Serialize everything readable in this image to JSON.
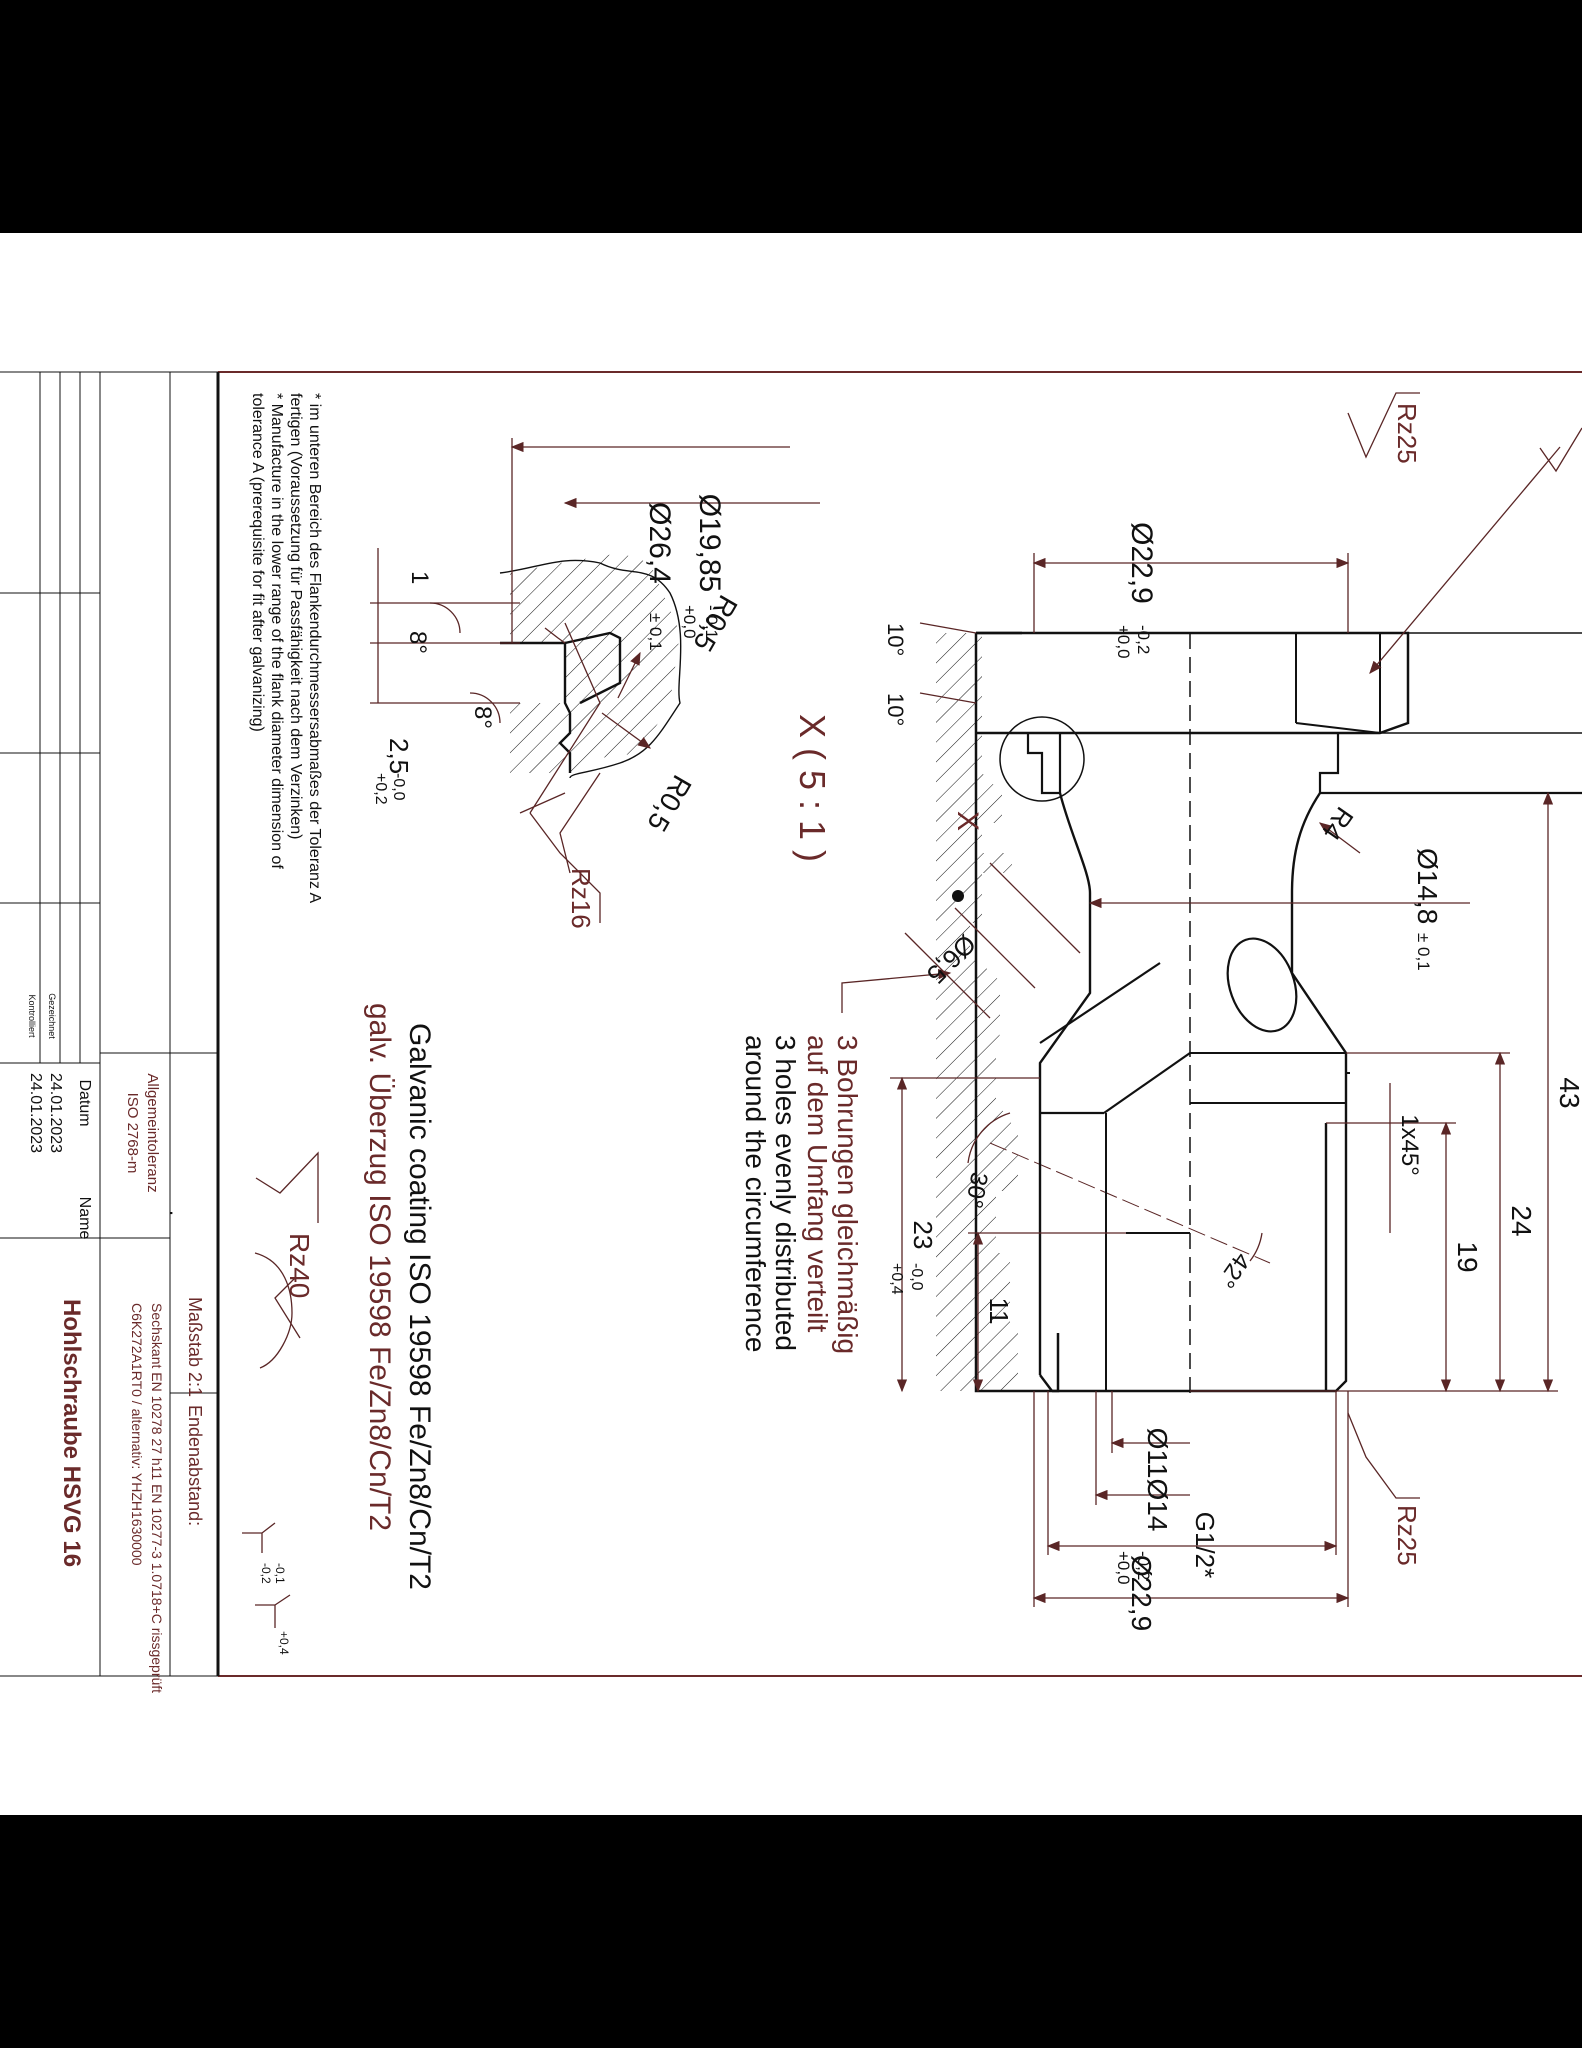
{
  "colors": {
    "frame": "#6a2a2a",
    "dim": "#5a2626",
    "line": "#111111",
    "background": "#ffffff",
    "viewer": "#000000"
  },
  "dims": {
    "d22_9_top": "Ø22,9",
    "d22_9_top_tol_up": "+0,0",
    "d22_9_top_tol_lo": "-0,2",
    "d14_8": "Ø14,8",
    "d14_8_tol": "± 0,1",
    "r4": "R4",
    "d6_5": "Ø6,5",
    "d11": "Ø11",
    "d14": "Ø14",
    "g12": "G1/2*",
    "d22_9_bot": "Ø22,9",
    "d22_9_bot_tol_up": "+0,0",
    "d22_9_bot_tol_lo": "-0,2",
    "l43": "43",
    "l24": "24",
    "l19": "19",
    "c1x45": "1x45°",
    "l23": "23",
    "l23_tol_up": "+0,4",
    "l23_tol_lo": "-0,0",
    "l11": "11",
    "a30": "30°",
    "a42": "42°",
    "a10a": "10°",
    "a10b": "10°",
    "rz25a": "Rz25",
    "rz25b": "Rz25",
    "x_mark": "X"
  },
  "detail": {
    "title": "X ( 5 : 1 )",
    "d26_4": "Ø26,4",
    "d26_4_tol": "± 0,1",
    "d19_85": "Ø19,85",
    "d19_85_tol_up": "+0,0",
    "d19_85_tol_lo": "- 0,1",
    "r05a": "R0,5",
    "r05b": "R0,5",
    "a8a": "8°",
    "a8b": "8°",
    "l1": "1",
    "l2_5": "2,5",
    "l2_5_tol_up": "+0,2",
    "l2_5_tol_lo": "-0,0",
    "rz16": "Rz16"
  },
  "notes": {
    "holes_de_1": "3 Bohrungen gleichmäßig",
    "holes_de_2": "auf dem Umfang verteilt",
    "holes_en_1": "3 holes evenly distributed",
    "holes_en_2": "around the circumference",
    "coating_en": "Galvanic coating ISO 19598 Fe/Zn8/Cn/T2",
    "coating_de": "galv. Überzug ISO 19598 Fe/Zn8/Cn/T2",
    "fn1": "* im unteren Bereich des Flankendurchmessersabmaßes der Toleranz A",
    "fn2": "fertigen (Voraussetzung für Passfähigkeit nach dem Verzinken)",
    "fn3": "* Manufacture in the lower range of the flank diameter dimension of",
    "fn4": "tolerance A (prerequisite for fit after galvanizing)",
    "rz40": "Rz40",
    "sym_tol_1": "-0,2",
    "sym_tol_2": "-0,1",
    "sym_tol_3": "+0,4"
  },
  "title_block": {
    "general_tolerance": "Allgemeintoleranz",
    "iso": "ISO 2768-m",
    "datum": "Datum",
    "name": "Name",
    "dot": "·",
    "gezeichnet": "Gezeichnet",
    "gezeichnet_date": "24.01.2023",
    "kontrolliert": "Kontrolliert",
    "kontrolliert_date": "24.01.2023",
    "massstab": "Maßstab 2:1",
    "endenabstand": "Endenabstand:",
    "material_1": "Sechskant EN 10278 27 h11 EN 10277-3 1.0718+C rissgeprüft",
    "material_2": "C6K272A1RT0 / alternativ: YHZH1630000",
    "part_title": "Hohlschraube HSVG 16"
  }
}
